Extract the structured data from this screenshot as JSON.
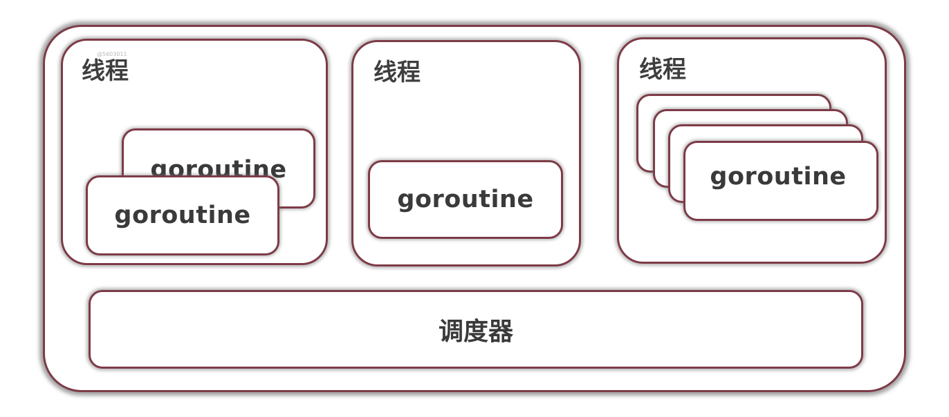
{
  "watermark": "@5603011",
  "threads": [
    {
      "label": "线程",
      "goroutines": [
        "goroutine",
        "goroutine"
      ]
    },
    {
      "label": "线程",
      "goroutines": [
        "goroutine"
      ]
    },
    {
      "label": "线程",
      "goroutines": [
        "",
        "",
        "",
        "goroutine"
      ]
    }
  ],
  "scheduler": {
    "label": "调度器"
  },
  "colors": {
    "border": "#7d3b47",
    "text": "#3a3a3a",
    "background": "#ffffff"
  }
}
